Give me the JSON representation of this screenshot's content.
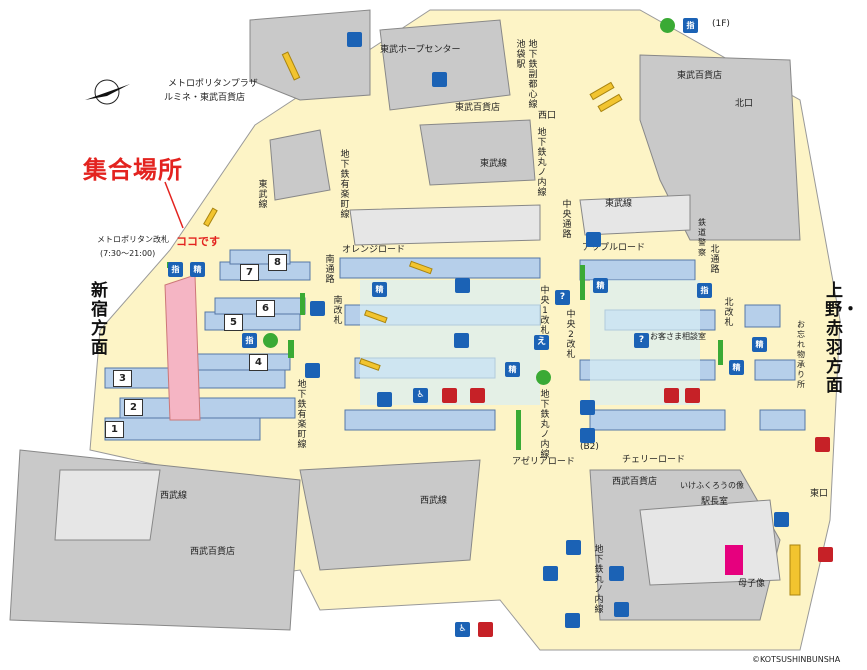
{
  "meeting_point": {
    "title": "集合場所",
    "here": "ココです"
  },
  "copyright": "©KOTSUSHINBUNSHA",
  "directions": {
    "shinjuku": "新宿方面",
    "ueno": "上野・赤羽方面"
  },
  "plazas": {
    "metropolitan_plaza": "メトロポリタンプラザ",
    "lumine_tobu": "ルミネ・東武百貨店"
  },
  "gates": {
    "metropolitan": "メトロポリタン改札",
    "metropolitan_hours": "(7:30〜21:00)",
    "minami": "南改札",
    "chuo1": "中央1改札",
    "chuo2": "中央2改札",
    "kita": "北改札"
  },
  "corridors": {
    "minami_dori": "南通路",
    "chuo_dori": "中央通路",
    "kita_dori": "北通路",
    "orange_road": "オレンジロード",
    "apple_road": "アップルロード",
    "azalea_road": "アゼリアロード",
    "cherry_road": "チェリーロード"
  },
  "lines": {
    "tobu": "東武線",
    "seibu": "西武線",
    "yurakucho": "地下鉄有楽町線",
    "yurakucho_b": "地下鉄有楽町線",
    "marunouchi": "地下鉄丸ノ内線",
    "marunouchi_b": "地下鉄丸ノ内線",
    "marunouchi_c": "地下鉄丸ノ内線",
    "fukutoshin": "地下鉄副都心線",
    "ikebukuro_sta": "池袋駅"
  },
  "buildings": {
    "tobu_hope_center": "東武ホープセンター",
    "tobu_dept": "東武百貨店",
    "tobu_dept_b": "東武百貨店",
    "seibu_dept": "西武百貨店",
    "seibu_dept_b": "西武百貨店"
  },
  "exits": {
    "nishiguchi": "西口",
    "kitaguchi": "北口",
    "higashiguchi": "東口",
    "b2": "(B2)",
    "first_floor": "(1F)"
  },
  "facilities": {
    "lost_found": "お忘れ物承り所",
    "info": "お客さま相談室",
    "ekichoushitsu": "駅長室",
    "ikefukuro": "いけふくろうの像",
    "boshizo": "母子像",
    "tourism": "鉄道警察"
  },
  "platforms": [
    "1",
    "2",
    "3",
    "4",
    "5",
    "6",
    "7",
    "8"
  ],
  "icon_labels": {
    "sei": "精",
    "shi": "指",
    "q": "?",
    "ei": "え",
    "wc": "♿"
  },
  "colors": {
    "platform": "#b6cfea",
    "gate": "#fdf4c6",
    "pink": "#f5b5c4",
    "red": "#e3231f",
    "green": "#3aaa35",
    "building": "#c9c9c9"
  }
}
